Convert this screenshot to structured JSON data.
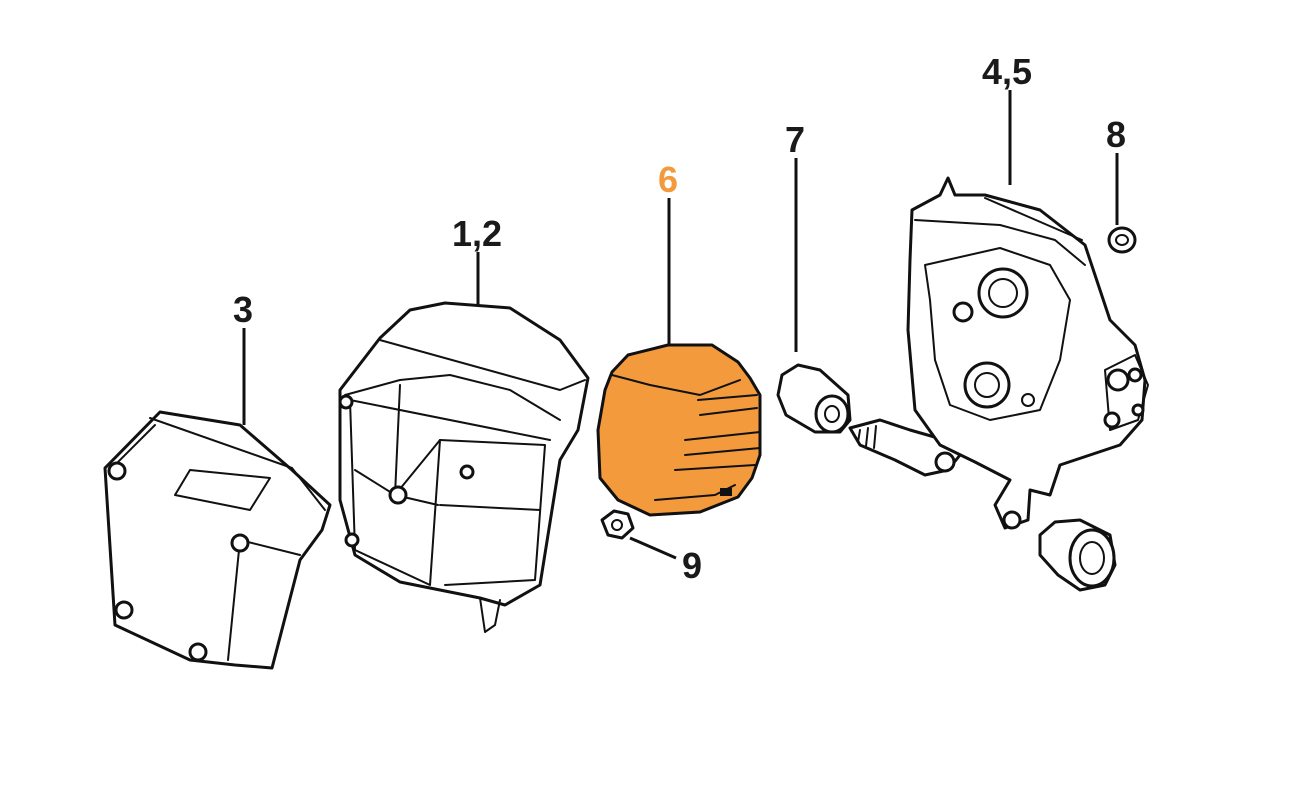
{
  "callouts": {
    "filter_cover": "3",
    "air_filter": "1,2",
    "prefilter": "6",
    "grommet": "7",
    "carburetor_box": "4,5",
    "o_ring": "8",
    "nut": "9"
  },
  "colors": {
    "highlight": "#f39a3c",
    "highlight_label": "#f39a3c",
    "line": "#111111",
    "background": "#ffffff"
  }
}
